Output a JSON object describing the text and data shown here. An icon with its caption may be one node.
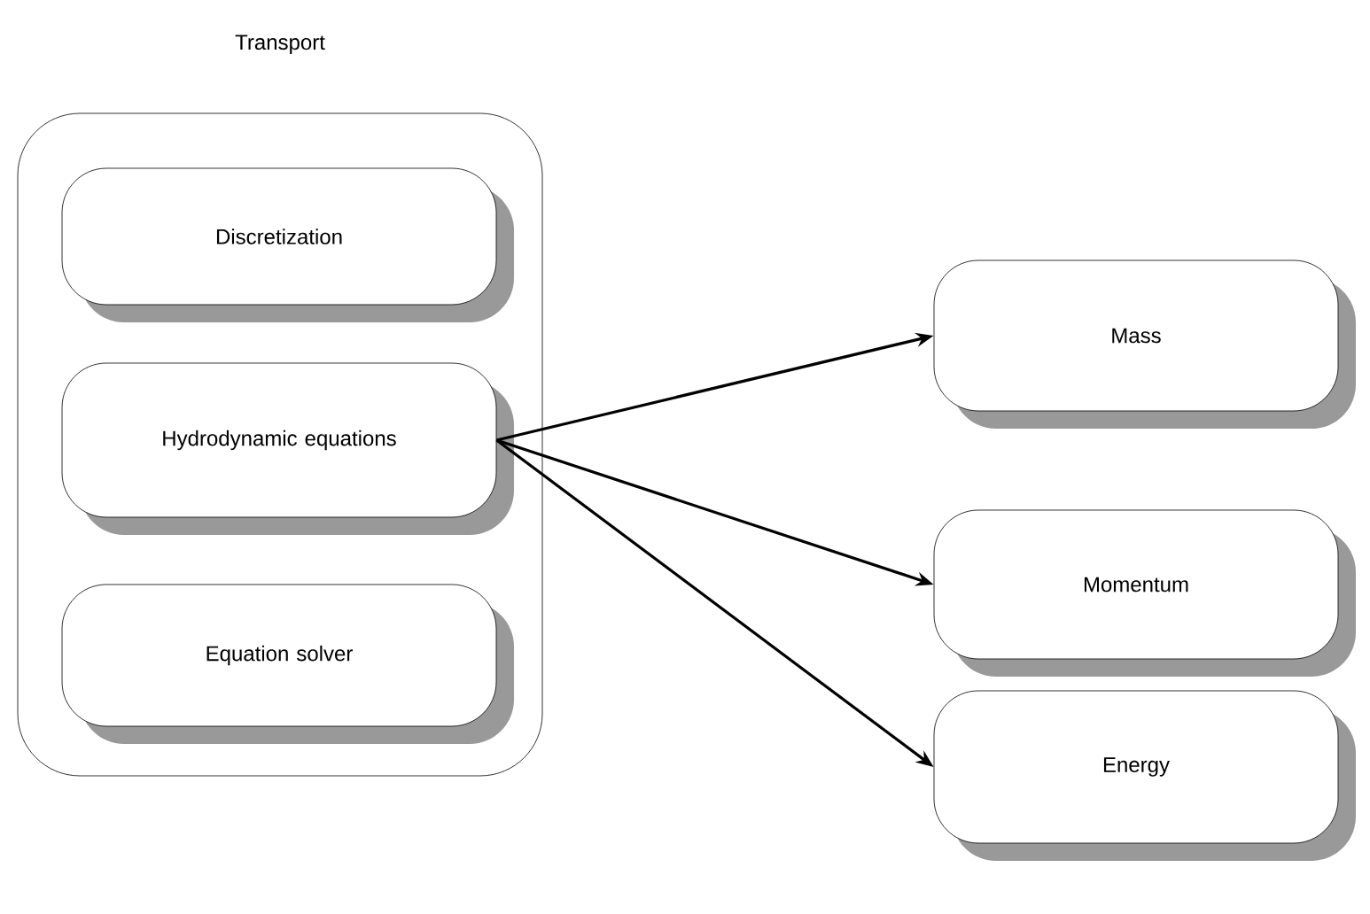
{
  "diagram": {
    "nodes": [
      {
        "text": [
          "Transport"
        ]
      },
      {
        "text": [
          "Discretization"
        ],
        "in": 0
      },
      {
        "text": [
          "Hydrodynamic equations"
        ],
        "in": 0
      },
      {
        "text": [
          "Equation solver"
        ],
        "in": 0
      },
      {
        "text": [
          "Mass"
        ]
      },
      {
        "text": [
          "Momentum"
        ]
      },
      {
        "text": [
          "Energy"
        ]
      }
    ],
    "edges": [
      {
        "from": 2,
        "to": 4,
        "arrow": "to"
      },
      {
        "from": 2,
        "to": 5,
        "arrow": "to"
      },
      {
        "from": 2,
        "to": 6,
        "arrow": "to"
      }
    ]
  }
}
